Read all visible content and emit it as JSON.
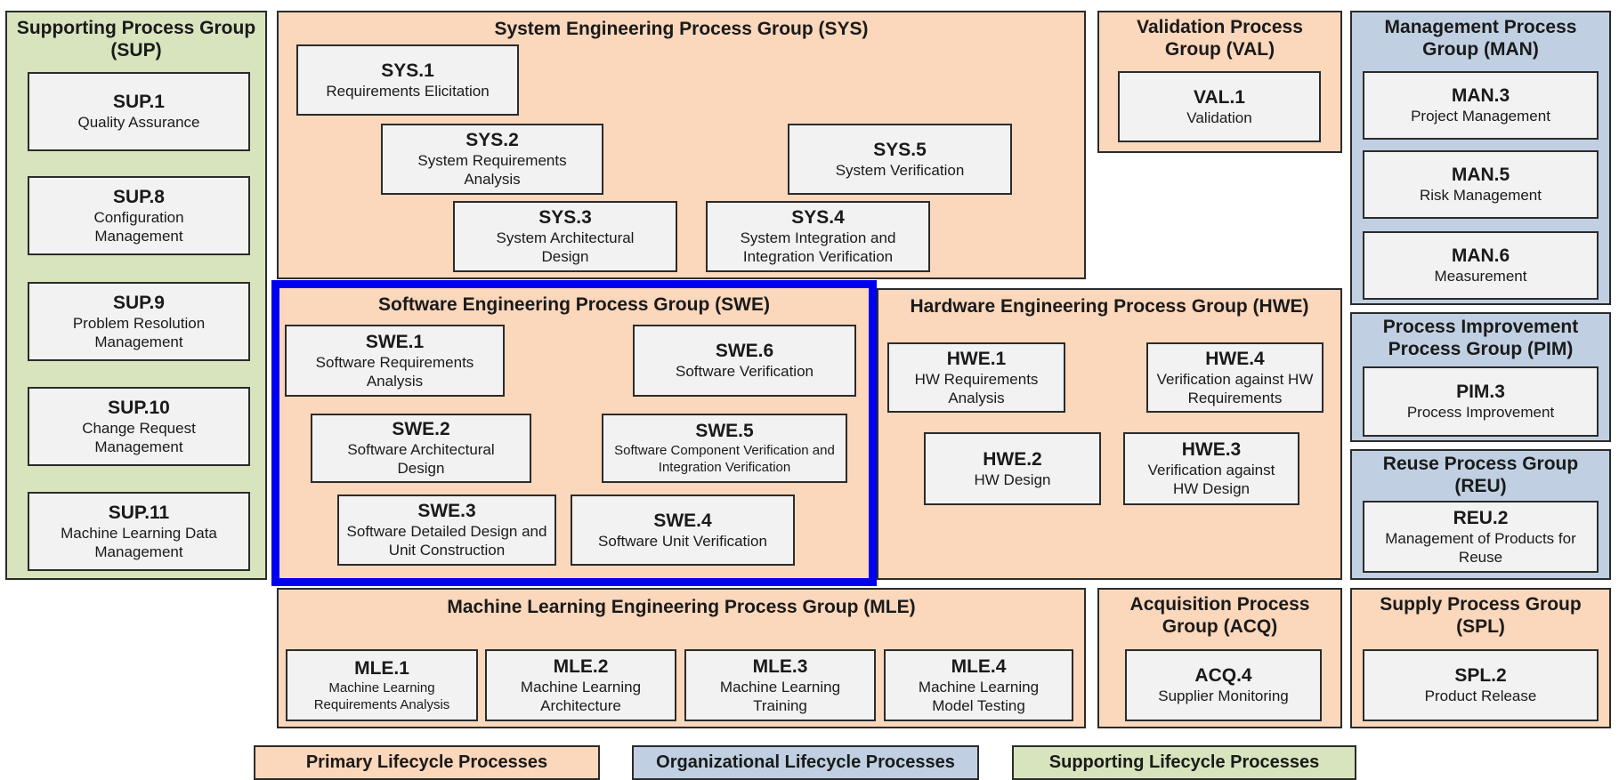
{
  "colors": {
    "primary": "#fbd7bb",
    "organizational": "#c0d0e2",
    "supporting": "#d8e4bd",
    "process_box": "#f2f2f2",
    "highlight_frame": "#0000f0"
  },
  "groups": {
    "sup": {
      "title_line1": "Supporting Process Group",
      "title_line2": "(SUP)",
      "processes": [
        {
          "id": "SUP.1",
          "name": "Quality Assurance"
        },
        {
          "id": "SUP.8",
          "name": "Configuration Management"
        },
        {
          "id": "SUP.9",
          "name": "Problem Resolution Management"
        },
        {
          "id": "SUP.10",
          "name": "Change Request Management"
        },
        {
          "id": "SUP.11",
          "name": "Machine Learning Data Management"
        }
      ]
    },
    "sys": {
      "title": "System Engineering Process Group (SYS)",
      "processes": [
        {
          "id": "SYS.1",
          "name": "Requirements Elicitation"
        },
        {
          "id": "SYS.2",
          "name": "System Requirements Analysis"
        },
        {
          "id": "SYS.3",
          "name": "System Architectural Design"
        },
        {
          "id": "SYS.4",
          "name": "System Integration and Integration Verification"
        },
        {
          "id": "SYS.5",
          "name": "System Verification"
        }
      ]
    },
    "val": {
      "title_line1": "Validation Process",
      "title_line2": "Group (VAL)",
      "processes": [
        {
          "id": "VAL.1",
          "name": "Validation"
        }
      ]
    },
    "man": {
      "title_line1": "Management Process",
      "title_line2": "Group (MAN)",
      "processes": [
        {
          "id": "MAN.3",
          "name": "Project Management"
        },
        {
          "id": "MAN.5",
          "name": "Risk Management"
        },
        {
          "id": "MAN.6",
          "name": "Measurement"
        }
      ]
    },
    "swe": {
      "title": "Software Engineering Process Group (SWE)",
      "highlighted": true,
      "processes": [
        {
          "id": "SWE.1",
          "name": "Software Requirements Analysis"
        },
        {
          "id": "SWE.2",
          "name": "Software Architectural Design"
        },
        {
          "id": "SWE.3",
          "name": "Software Detailed Design and Unit Construction"
        },
        {
          "id": "SWE.4",
          "name": "Software Unit Verification"
        },
        {
          "id": "SWE.5",
          "name": "Software Component Verification and Integration Verification"
        },
        {
          "id": "SWE.6",
          "name": "Software Verification"
        }
      ]
    },
    "hwe": {
      "title": "Hardware Engineering Process Group (HWE)",
      "processes": [
        {
          "id": "HWE.1",
          "name": "HW Requirements Analysis"
        },
        {
          "id": "HWE.2",
          "name": "HW Design"
        },
        {
          "id": "HWE.3",
          "name": "Verification against HW Design"
        },
        {
          "id": "HWE.4",
          "name": "Verification against HW Requirements"
        }
      ]
    },
    "pim": {
      "title_line1": "Process Improvement",
      "title_line2": "Process Group (PIM)",
      "processes": [
        {
          "id": "PIM.3",
          "name": "Process Improvement"
        }
      ]
    },
    "reu": {
      "title_line1": "Reuse Process Group",
      "title_line2": "(REU)",
      "processes": [
        {
          "id": "REU.2",
          "name": "Management of Products for Reuse"
        }
      ]
    },
    "mle": {
      "title": "Machine Learning Engineering Process Group (MLE)",
      "processes": [
        {
          "id": "MLE.1",
          "name": "Machine Learning Requirements Analysis"
        },
        {
          "id": "MLE.2",
          "name": "Machine Learning Architecture"
        },
        {
          "id": "MLE.3",
          "name": "Machine Learning Training"
        },
        {
          "id": "MLE.4",
          "name": "Machine Learning Model Testing"
        }
      ]
    },
    "acq": {
      "title_line1": "Acquisition Process",
      "title_line2": "Group (ACQ)",
      "processes": [
        {
          "id": "ACQ.4",
          "name": "Supplier Monitoring"
        }
      ]
    },
    "spl": {
      "title_line1": "Supply Process Group",
      "title_line2": "(SPL)",
      "processes": [
        {
          "id": "SPL.2",
          "name": "Product Release"
        }
      ]
    }
  },
  "legend": [
    {
      "label": "Primary Lifecycle Processes",
      "category": "primary"
    },
    {
      "label": "Organizational Lifecycle Processes",
      "category": "organizational"
    },
    {
      "label": "Supporting Lifecycle Processes",
      "category": "supporting"
    }
  ]
}
